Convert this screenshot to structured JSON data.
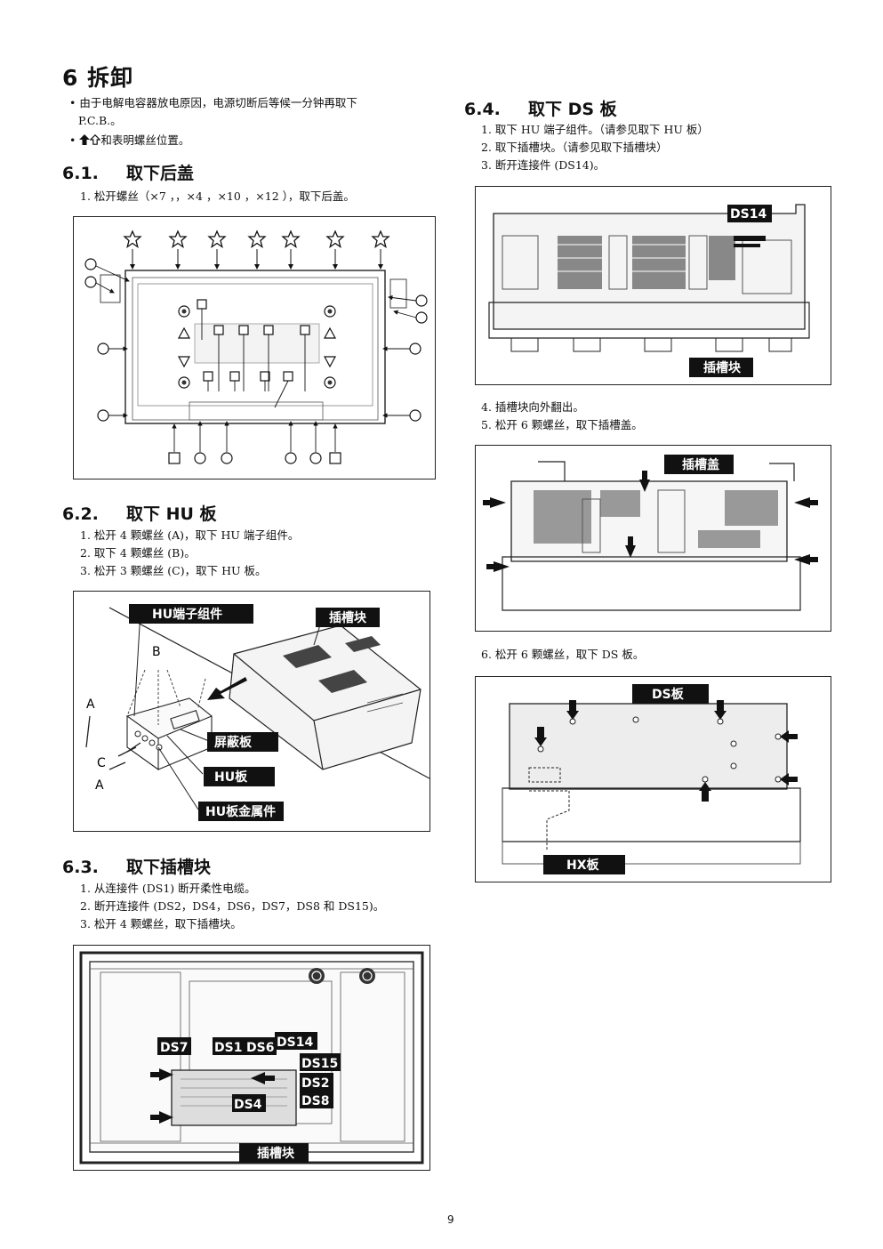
{
  "section6": {
    "title": "6 拆卸",
    "bullets": [
      "• 由于电解电容器放电原因，电源切断后等候一分钟再取下",
      "P.C.B.。",
      "和表明螺丝位置。"
    ]
  },
  "s61": {
    "num": "6.1.",
    "title": "取下后盖",
    "steps": [
      "1. 松开螺丝（×7 ，，×4 ，×10 ，×12 ），取下后盖。"
    ]
  },
  "s62": {
    "num": "6.2.",
    "title": "取下 HU 板",
    "steps": [
      "1. 松开 4 颗螺丝 (A)，取下 HU 端子组件。",
      "2. 取下 4 颗螺丝 (B)。",
      "3. 松开 3 颗螺丝 (C)，取下 HU 板。"
    ],
    "labels": {
      "hu_terminal": "HU端子组件",
      "slot_block": "插槽块",
      "shield": "屏蔽板",
      "hu_board": "HU板",
      "hu_metal": "HU板金属件",
      "a": "A",
      "b": "B",
      "c": "C"
    }
  },
  "s63": {
    "num": "6.3.",
    "title": "取下插槽块",
    "steps": [
      "1. 从连接件 (DS1) 断开柔性电缆。",
      "2. 断开连接件 (DS2，DS4，DS6，DS7，DS8 和 DS15)。",
      "3. 松开 4 颗螺丝，取下插槽块。"
    ],
    "labels": {
      "ds7": "DS7",
      "ds1": "DS1",
      "ds6": "DS6",
      "ds14": "DS14",
      "ds15": "DS15",
      "ds2": "DS2",
      "ds4": "DS4",
      "ds8": "DS8",
      "slot_block": "插槽块"
    }
  },
  "s64": {
    "num": "6.4.",
    "title": "取下 DS 板",
    "steps": [
      "1. 取下 HU 端子组件。（请参见取下 HU 板）",
      "2. 取下插槽块。（请参见取下插槽块）",
      "3. 断开连接件 (DS14)。"
    ],
    "steps2": [
      "4. 插槽块向外翻出。",
      "5. 松开 6 颗螺丝，取下插槽盖。"
    ],
    "steps3": [
      "6. 松开 6 颗螺丝，取下 DS 板。"
    ],
    "labels": {
      "ds14": "DS14",
      "slot_block": "插槽块",
      "slot_cover": "插槽盖",
      "ds_board": "DS板",
      "hx_board": "HX板"
    }
  },
  "page_number": "9"
}
